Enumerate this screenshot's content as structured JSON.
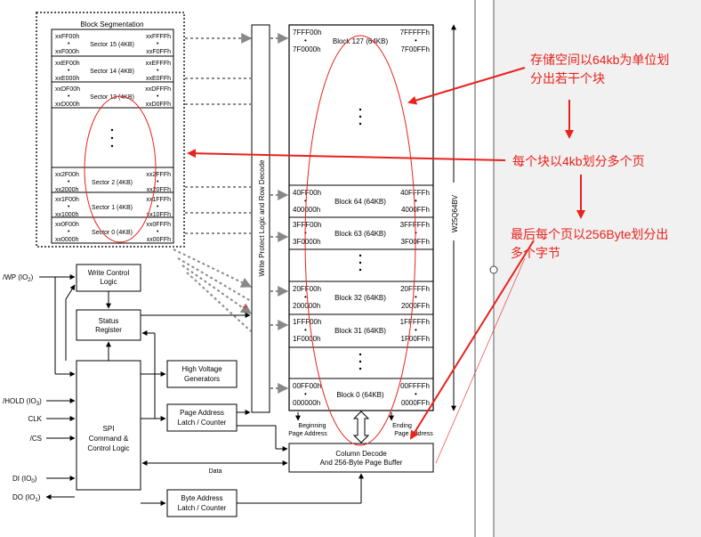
{
  "colors": {
    "annotation_red": "#e8221c",
    "right_pane_gray": "#f1f1f1"
  },
  "segmentation": {
    "title": "Block Segmentation",
    "rows": [
      {
        "top": "xxFF00h",
        "bottom": "xxF000h",
        "label": "Sector 15 (4KB)",
        "right_top": "xxFFFFh",
        "right_bottom": "xxF0FFh"
      },
      {
        "top": "xxEF00h",
        "bottom": "xxE000h",
        "label": "Sector 14 (4KB)",
        "right_top": "xxEFFFh",
        "right_bottom": "xxE0FFh"
      },
      {
        "top": "xxDF00h",
        "bottom": "xxD000h",
        "label": "Sector 13 (4KB)",
        "right_top": "xxDFFFh",
        "right_bottom": "xxD0FFh"
      },
      {
        "top": "xx2F00h",
        "bottom": "xx2000h",
        "label": "Sector 2 (4KB)",
        "right_top": "xx2FFFh",
        "right_bottom": "xx20FFh"
      },
      {
        "top": "xx1F00h",
        "bottom": "xx1000h",
        "label": "Sector 1 (4KB)",
        "right_top": "xx1FFFh",
        "right_bottom": "xx10FFh"
      },
      {
        "top": "xx0F00h",
        "bottom": "xx0000h",
        "label": "Sector 0 (4KB)",
        "right_top": "xx0FFFh",
        "right_bottom": "xx00FFh"
      }
    ]
  },
  "memory": {
    "chip": "W25Q64BV",
    "blocks": [
      {
        "top": "7FFF00h",
        "bottom": "7F0000h",
        "label": "Block 127 (64KB)",
        "right_top": "7FFFFFh",
        "right_bottom": "7F00FFh"
      },
      {
        "top": "40FF00h",
        "bottom": "400000h",
        "label": "Block 64 (64KB)",
        "right_top": "40FFFFh",
        "right_bottom": "4000FFh"
      },
      {
        "top": "3FFF00h",
        "bottom": "3F0000h",
        "label": "Block 63 (64KB)",
        "right_top": "3FFFFFh",
        "right_bottom": "3F00FFh"
      },
      {
        "top": "20FF00h",
        "bottom": "200000h",
        "label": "Block 32 (64KB)",
        "right_top": "20FFFFh",
        "right_bottom": "2000FFh"
      },
      {
        "top": "1FFF00h",
        "bottom": "1F0000h",
        "label": "Block 31 (64KB)",
        "right_top": "1FFFFFh",
        "right_bottom": "1F00FFh"
      },
      {
        "top": "00FF00h",
        "bottom": "000000h",
        "label": "Block 0 (64KB)",
        "right_top": "00FFFFh",
        "right_bottom": "0000FFh"
      }
    ],
    "beginning_addr": [
      "Beginning",
      "Page Address"
    ],
    "ending_addr": [
      "Ending",
      "Page Address"
    ]
  },
  "logic": {
    "write_protect": "Write Protect Logic and Row Decode",
    "write_control": [
      "Write Control",
      "Logic"
    ],
    "status_register": [
      "Status",
      "Register"
    ],
    "high_voltage": [
      "High Voltage",
      "Generators"
    ],
    "page_latch": [
      "Page Address",
      "Latch / Counter"
    ],
    "spi": [
      "SPI",
      "Command &",
      "Control Logic"
    ],
    "byte_latch": [
      "Byte Address",
      "Latch / Counter"
    ],
    "column_decode": [
      "Column Decode",
      "And 256-Byte Page Buffer"
    ],
    "data_label": "Data"
  },
  "pins": {
    "wp": {
      "name": "/WP (IO",
      "sub": "2",
      "close": ")"
    },
    "hold": {
      "name": "/HOLD (IO",
      "sub": "3",
      "close": ")"
    },
    "clk": "CLK",
    "cs": "/CS",
    "di": {
      "name": "DI (IO",
      "sub": "0",
      "close": ")"
    },
    "do": {
      "name": "DO (IO",
      "sub": "1",
      "close": ")"
    }
  },
  "annotations": {
    "note1": [
      "存储空间以64kb为单位划",
      "分出若干个块"
    ],
    "note2": "每个块以4kb划分多个页",
    "note3": [
      "最后每个页以256Byte划分出",
      "多个字节"
    ]
  }
}
